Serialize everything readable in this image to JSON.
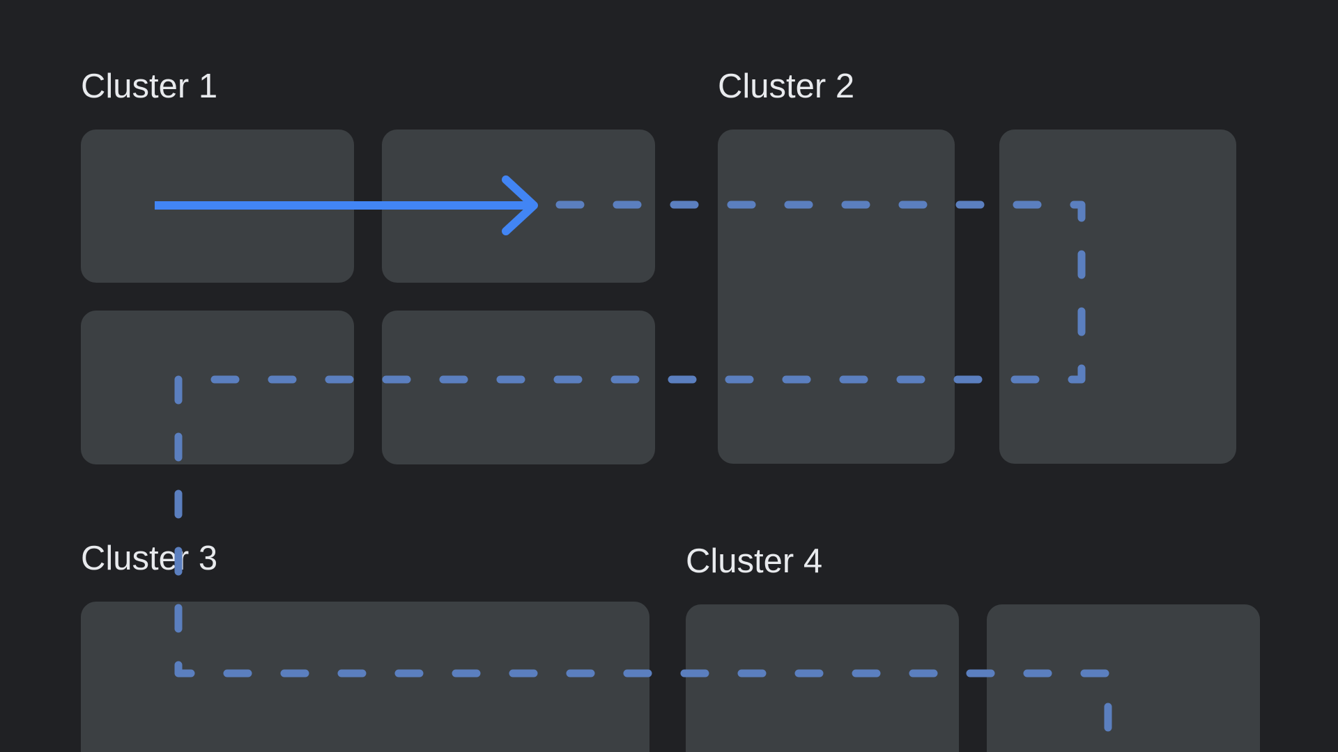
{
  "colors": {
    "background": "#202124",
    "card": "#3c4043",
    "label_text": "#e8eaed",
    "arrow_active": "#4285f4",
    "path_dashed": "#5b7fbf"
  },
  "clusters": [
    {
      "label": "Cluster 1"
    },
    {
      "label": "Cluster 2"
    },
    {
      "label": "Cluster 3"
    },
    {
      "label": "Cluster 4"
    }
  ],
  "icons": {
    "arrow": "arrow-right-icon"
  }
}
